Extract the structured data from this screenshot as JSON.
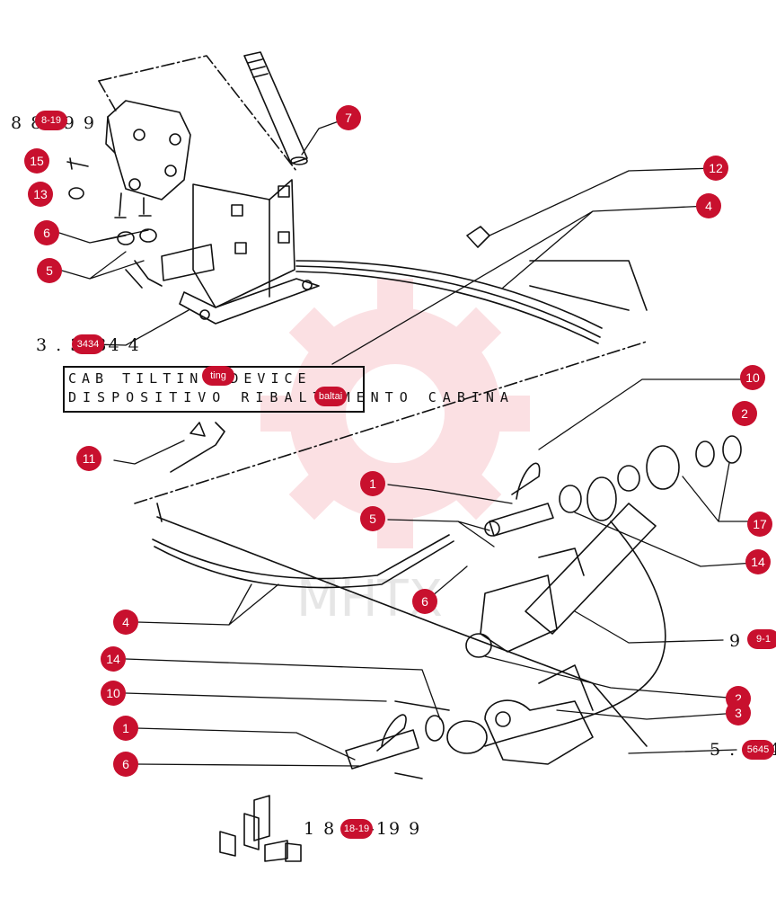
{
  "title": {
    "line1": "CAB TILTING DEVICE",
    "line2": "DISPOSITIVO RIBALTAMENTO CABINA"
  },
  "references": {
    "top_left": "8  8-19  9",
    "bracket": "3 . 3434 4",
    "bottom": "1 8 18-19 9",
    "right_9": "9  9-1",
    "right_5": "5 . 5645"
  },
  "callouts": [
    {
      "label": "8-19"
    },
    {
      "label": "7"
    },
    {
      "label": "15"
    },
    {
      "label": "13"
    },
    {
      "label": "12"
    },
    {
      "label": "4"
    },
    {
      "label": "6"
    },
    {
      "label": "5"
    },
    {
      "label": "3434"
    },
    {
      "label": "ting"
    },
    {
      "label": "baltai"
    },
    {
      "label": "10"
    },
    {
      "label": "2"
    },
    {
      "label": "11"
    },
    {
      "label": "1"
    },
    {
      "label": "17"
    },
    {
      "label": "5"
    },
    {
      "label": "14"
    },
    {
      "label": "6"
    },
    {
      "label": "4"
    },
    {
      "label": "9-1"
    },
    {
      "label": "14"
    },
    {
      "label": "2"
    },
    {
      "label": "10"
    },
    {
      "label": "3"
    },
    {
      "label": "1"
    },
    {
      "label": "5645"
    },
    {
      "label": "6"
    },
    {
      "label": "18-19"
    }
  ],
  "watermark": "MHTX",
  "colors": {
    "callout": "#c8102e",
    "line": "#111111",
    "watermark": "#e11d2e"
  }
}
